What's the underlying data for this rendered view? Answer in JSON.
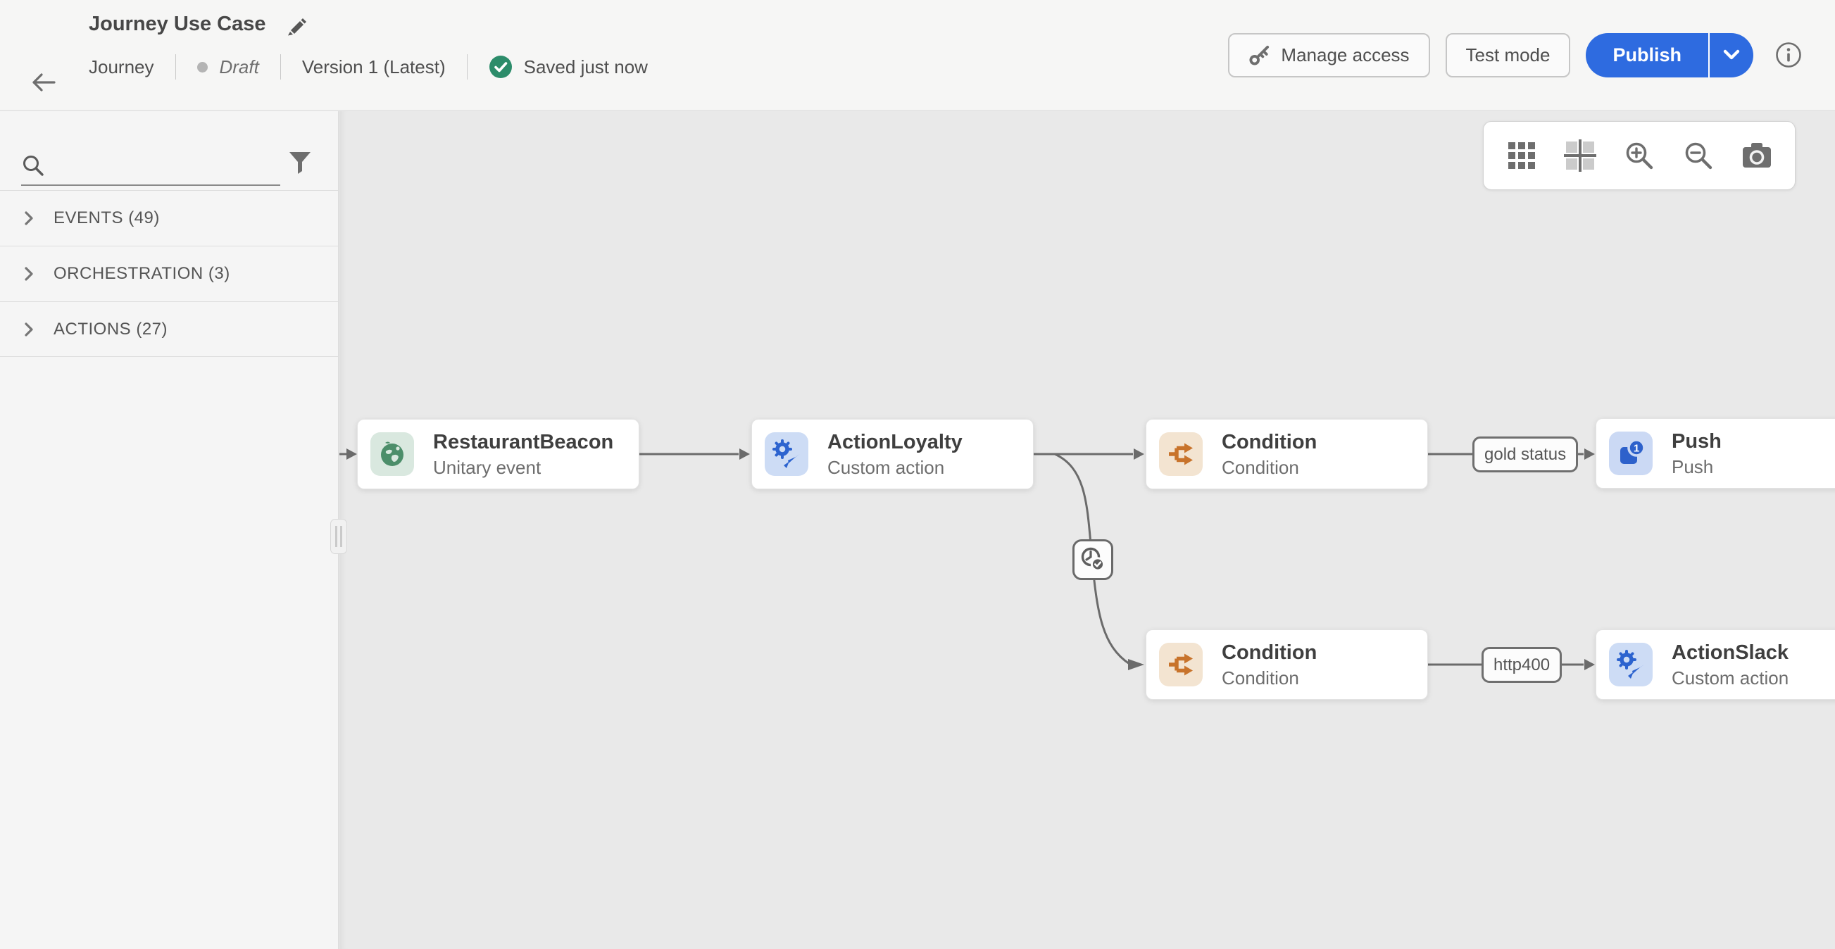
{
  "header": {
    "title": "Journey Use Case",
    "object_type": "Journey",
    "status": "Draft",
    "version": "Version 1 (Latest)",
    "saved_status": "Saved just now",
    "buttons": {
      "manage_access": "Manage access",
      "test_mode": "Test mode",
      "publish": "Publish"
    }
  },
  "sidebar": {
    "search_placeholder": "",
    "sections": [
      {
        "label": "EVENTS (49)"
      },
      {
        "label": "ORCHESTRATION (3)"
      },
      {
        "label": "ACTIONS (27)"
      }
    ]
  },
  "canvas": {
    "toolbar": {
      "icons": [
        "grid-icon",
        "fit-view-icon",
        "zoom-in-icon",
        "zoom-out-icon",
        "screenshot-icon"
      ]
    },
    "nodes": [
      {
        "title": "RestaurantBeacon",
        "subtitle": "Unitary event",
        "icon": "globe-icon"
      },
      {
        "title": "ActionLoyalty",
        "subtitle": "Custom action",
        "icon": "custom-action-icon"
      },
      {
        "title": "Condition",
        "subtitle": "Condition",
        "icon": "condition-icon"
      },
      {
        "title": "Push",
        "subtitle": "Push",
        "icon": "push-notification-icon"
      },
      {
        "title": "Condition",
        "subtitle": "Condition",
        "icon": "condition-icon"
      },
      {
        "title": "ActionSlack",
        "subtitle": "Custom action",
        "icon": "custom-action-icon"
      }
    ],
    "edge_labels": [
      {
        "text": "gold status"
      },
      {
        "text": "http400"
      }
    ],
    "wait_node": {
      "icon": "timer-check-icon"
    }
  },
  "colors": {
    "accent_blue": "#2E6BE0",
    "saved_green": "#2C8C6A",
    "event_green": "#4C8E6A",
    "event_bg": "#D9E8DF",
    "action_blue": "#2C63CF",
    "action_bg": "#CDDCF5",
    "condition_orange": "#C8732B",
    "condition_bg": "#F3E4D1",
    "push_blue": "#2D61CB",
    "push_bg": "#CBD9F4",
    "edge_gray": "#6B6B6B",
    "canvas_bg": "#E9E9E9",
    "panel_bg": "#F5F5F5"
  }
}
